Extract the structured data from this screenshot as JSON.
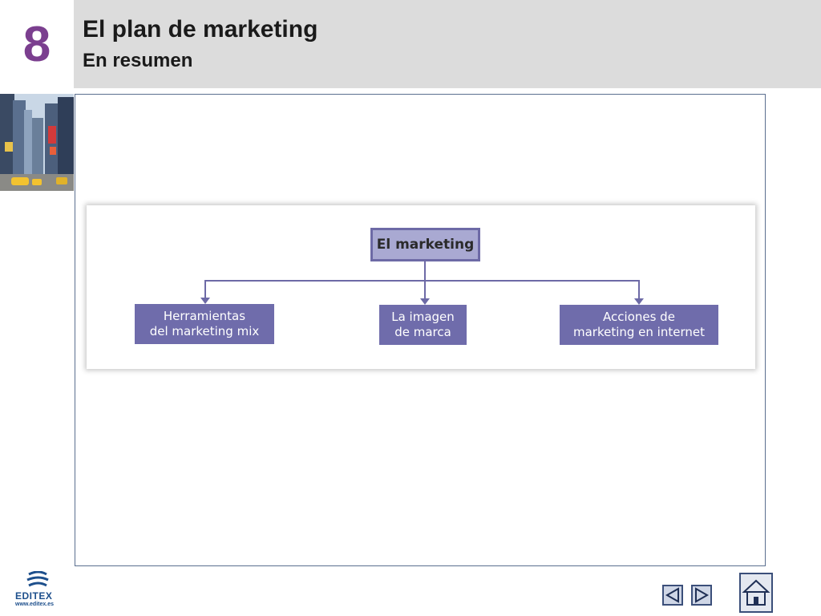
{
  "header": {
    "chapter_number": "8",
    "title": "El plan de marketing",
    "subtitle": "En resumen"
  },
  "diagram": {
    "root": "El marketing",
    "children": [
      "Herramientas\ndel marketing mix",
      "La imagen\nde marca",
      "Acciones de\nmarketing en internet"
    ]
  },
  "footer": {
    "logo_text": "EDITEX",
    "logo_url": "www.editex.es"
  },
  "nav": {
    "prev_icon": "triangle-left-icon",
    "next_icon": "triangle-right-icon",
    "home_icon": "home-icon"
  },
  "colors": {
    "chapter_accent": "#7b3f8f",
    "header_band": "#dcdcdc",
    "root_fill": "#a9a9d2",
    "root_border": "#6d6aa6",
    "child_fill": "#6f6cab",
    "connector": "#6d6aa6"
  }
}
